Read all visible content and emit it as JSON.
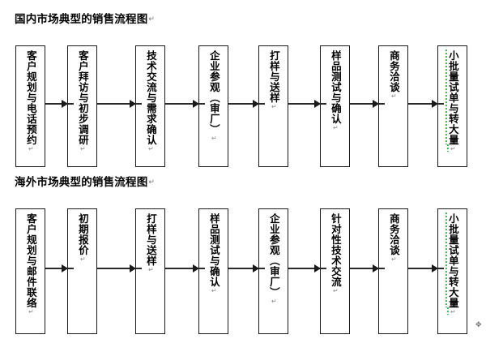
{
  "document": {
    "page_background": "#ffffff",
    "box_border_color": "#1a1a1a",
    "arrow_color": "#1a1a1a",
    "spellcheck_marker_color": "#2fb14a",
    "paragraph_mark": "↵"
  },
  "sections": [
    {
      "id": "domestic",
      "title": "国内市场典型的销售流程图",
      "title_pilcrow": "↵",
      "steps": [
        {
          "index": 1,
          "label": "客户规划与电话预约",
          "pilcrow": "↵",
          "marked": false
        },
        {
          "index": 2,
          "label": "客户拜访与初步调研",
          "pilcrow": "↵",
          "marked": false
        },
        {
          "index": 3,
          "label": "技术交流与需求确认",
          "pilcrow": "↵",
          "marked": false
        },
        {
          "index": 4,
          "label": "企业参观（审厂）",
          "pilcrow": "↵",
          "marked": false
        },
        {
          "index": 5,
          "label": "打样与送样",
          "pilcrow": "↵",
          "marked": false
        },
        {
          "index": 6,
          "label": "样品测试与确认",
          "pilcrow": "↵",
          "marked": false
        },
        {
          "index": 7,
          "label": "商务洽谈",
          "pilcrow": "↵",
          "marked": false
        },
        {
          "index": 8,
          "label": "小批量试单与转大量",
          "pilcrow": "↵",
          "marked": true
        }
      ]
    },
    {
      "id": "overseas",
      "title": "海外市场典型的销售流程图",
      "title_pilcrow": "↵",
      "steps": [
        {
          "index": 1,
          "label": "客户规划与邮件联络",
          "pilcrow": "↵",
          "marked": false
        },
        {
          "index": 2,
          "label": "初期报价",
          "pilcrow": "↵",
          "marked": false
        },
        {
          "index": 3,
          "label": "打样与送样",
          "pilcrow": "↵",
          "marked": false
        },
        {
          "index": 4,
          "label": "样品测试与确认",
          "pilcrow": "↵",
          "marked": false
        },
        {
          "index": 5,
          "label": "企业参观（审厂）",
          "pilcrow": "↵",
          "marked": false
        },
        {
          "index": 6,
          "label": "针对性技术交流",
          "pilcrow": "↵",
          "marked": false
        },
        {
          "index": 7,
          "label": "商务洽谈",
          "pilcrow": "↵",
          "marked": false
        },
        {
          "index": 8,
          "label": "小批量试单与转大量",
          "pilcrow": "↵",
          "marked": true
        }
      ]
    }
  ],
  "corner_mark": "✥"
}
